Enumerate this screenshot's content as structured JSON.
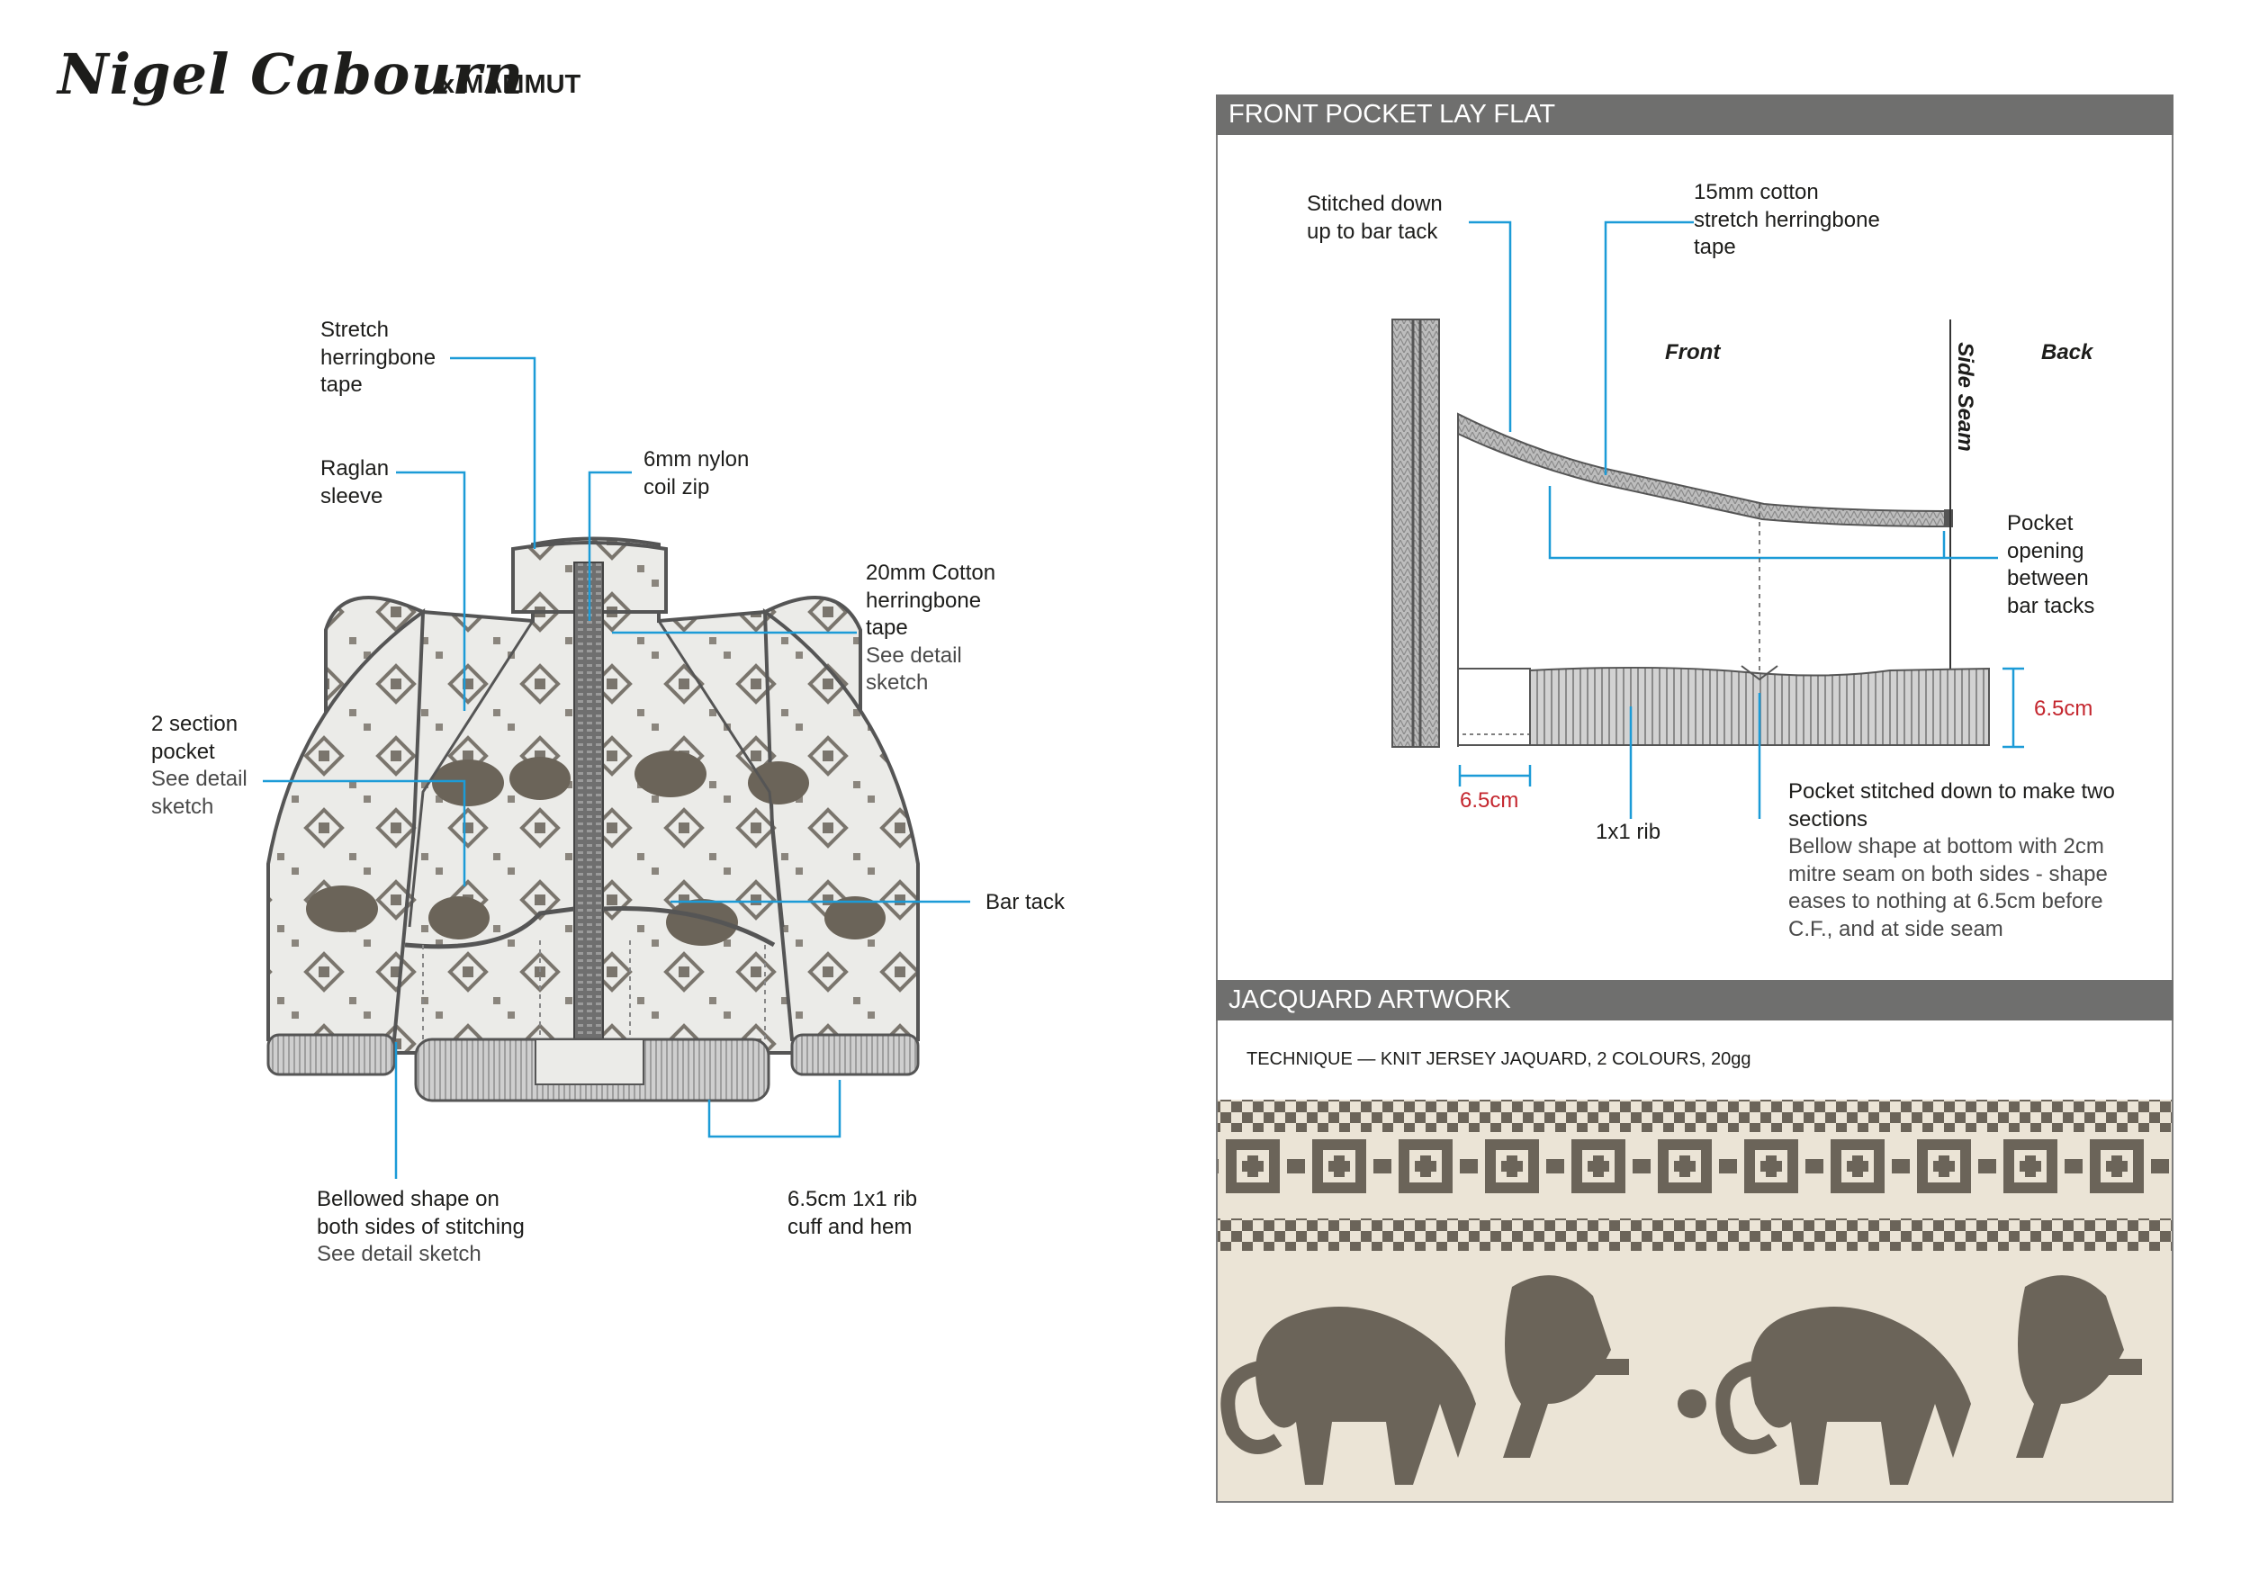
{
  "brand": {
    "name": "Nigel Cabourn",
    "collab": "x MAMMUT"
  },
  "jacket_callouts": {
    "stretch_tape": [
      "Stretch",
      "herringbone",
      "tape"
    ],
    "raglan": [
      "Raglan",
      "sleeve"
    ],
    "zip": [
      "6mm nylon",
      "coil zip"
    ],
    "cotton_tape": [
      "20mm Cotton",
      "herringbone",
      "tape"
    ],
    "cotton_tape_sub": [
      "See detail",
      "sketch"
    ],
    "pocket": [
      "2 section",
      "pocket"
    ],
    "pocket_sub": [
      "See detail",
      "sketch"
    ],
    "bar_tack": "Bar tack",
    "bellowed": [
      "Bellowed shape on",
      "both sides of stitching"
    ],
    "bellowed_sub": "See detail sketch",
    "rib": [
      "6.5cm 1x1 rib",
      "cuff and hem"
    ]
  },
  "pocket_panel": {
    "title": "FRONT POCKET LAY FLAT",
    "stitched_down": [
      "Stitched down",
      "up to bar tack"
    ],
    "tape": [
      "15mm cotton",
      "stretch herringbone",
      "tape"
    ],
    "front": "Front",
    "back": "Back",
    "side_seam": "Side Seam",
    "opening": [
      "Pocket",
      "opening",
      "between",
      "bar tacks"
    ],
    "measure_rib": "6.5cm",
    "measure_cf": "6.5cm",
    "rib": "1x1 rib",
    "two_sections": [
      "Pocket stitched down to make two",
      "sections"
    ],
    "two_sections_sub": [
      "Bellow shape at bottom with 2cm",
      "mitre seam on both sides - shape",
      "eases to nothing at 6.5cm before",
      "C.F., and at side seam"
    ]
  },
  "jacquard_panel": {
    "title": "JACQUARD ARTWORK",
    "technique": "TECHNIQUE — KNIT JERSEY JAQUARD, 2 COLOURS, 20gg"
  },
  "colors": {
    "leader": "#1c9bd7",
    "knit_dark": "#6b6459",
    "knit_light": "#ebe4d6",
    "panel_header": "#6f6f6e",
    "measure_red": "#c4262e"
  },
  "icons": {
    "jacket": "jacket-flat-sketch",
    "pocket": "pocket-lay-flat-diagram",
    "jacquard": "mammoth-jacquard-swatch"
  }
}
